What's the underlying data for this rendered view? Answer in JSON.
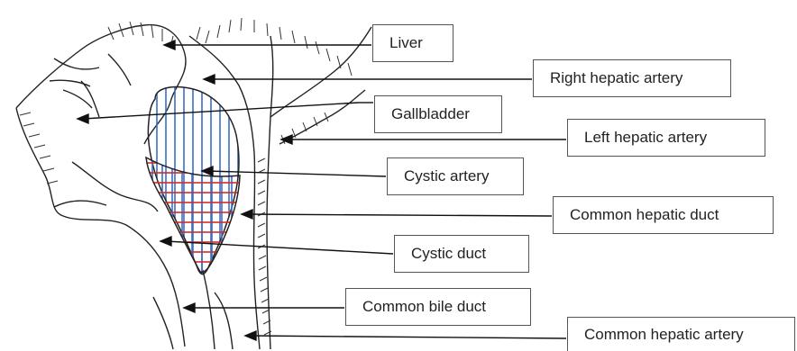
{
  "labels": [
    {
      "id": "liver",
      "text": "Liver"
    },
    {
      "id": "right-hepatic-artery",
      "text": "Right hepatic artery"
    },
    {
      "id": "gallbladder",
      "text": "Gallbladder"
    },
    {
      "id": "left-hepatic-artery",
      "text": "Left hepatic artery"
    },
    {
      "id": "cystic-artery",
      "text": "Cystic artery"
    },
    {
      "id": "common-hepatic-duct",
      "text": "Common hepatic duct"
    },
    {
      "id": "cystic-duct",
      "text": "Cystic duct"
    },
    {
      "id": "common-bile-duct",
      "text": "Common bile duct"
    },
    {
      "id": "common-hepatic-artery",
      "text": "Common hepatic artery"
    }
  ],
  "colors": {
    "blue_hatch": "#3a6fc4",
    "red_hatch": "#d22b2b",
    "line": "#111111",
    "box_border": "#555555"
  }
}
